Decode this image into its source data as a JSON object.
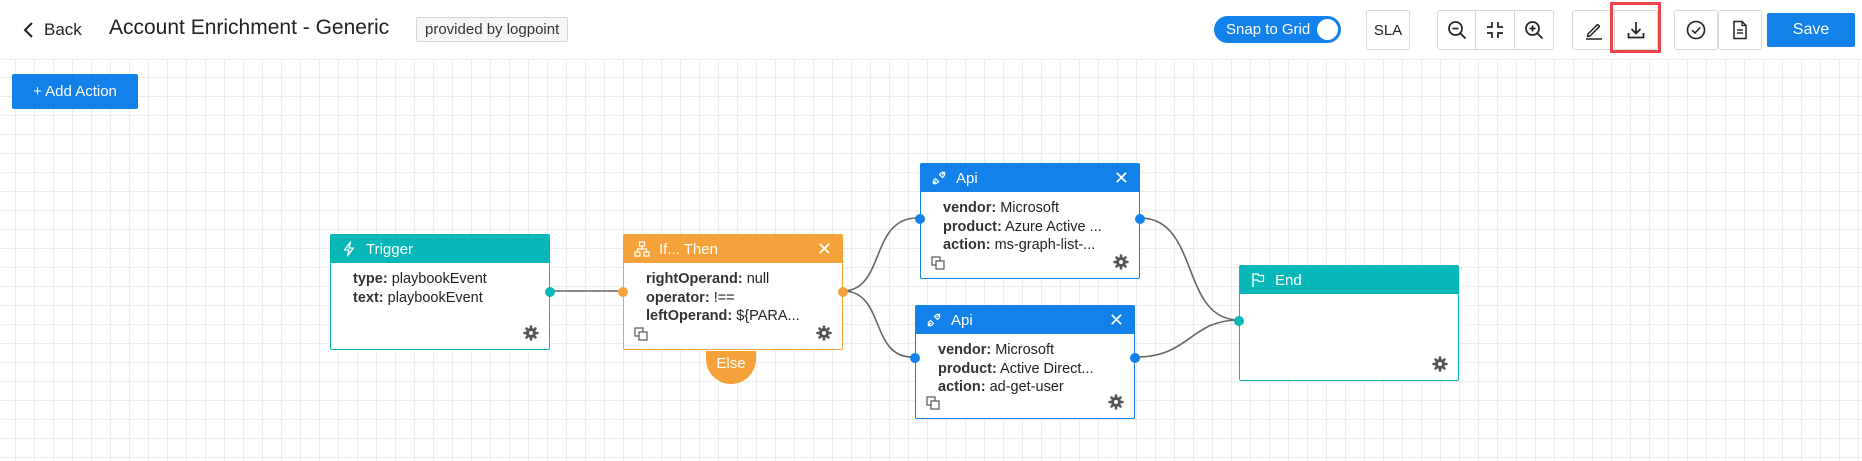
{
  "header": {
    "back_label": "Back",
    "title": "Account Enrichment - Generic",
    "provider_badge": "provided by logpoint",
    "snap_to_grid_label": "Snap to Grid",
    "snap_to_grid_on": true,
    "sla_label": "SLA",
    "save_label": "Save",
    "toolbar_icons": [
      "zoom-out-icon",
      "fit-to-screen-icon",
      "zoom-in-icon",
      "edit-icon",
      "download-icon",
      "validate-icon",
      "document-icon"
    ]
  },
  "canvas": {
    "add_action_label": "+ Add Action",
    "nodes": {
      "trigger": {
        "title": "Trigger",
        "rows": [
          {
            "key": "type:",
            "value": "playbookEvent"
          },
          {
            "key": "text:",
            "value": "playbookEvent"
          }
        ]
      },
      "if_then": {
        "title": "If... Then",
        "else_label": "Else",
        "rows": [
          {
            "key": "rightOperand:",
            "value": "null"
          },
          {
            "key": "operator:",
            "value": "!=="
          },
          {
            "key": "leftOperand:",
            "value": "${PARA..."
          }
        ]
      },
      "api_1": {
        "title": "Api",
        "rows": [
          {
            "key": "vendor:",
            "value": "Microsoft"
          },
          {
            "key": "product:",
            "value": "Azure Active ..."
          },
          {
            "key": "action:",
            "value": "ms-graph-list-..."
          }
        ]
      },
      "api_2": {
        "title": "Api",
        "rows": [
          {
            "key": "vendor:",
            "value": "Microsoft"
          },
          {
            "key": "product:",
            "value": "Active Direct..."
          },
          {
            "key": "action:",
            "value": "ad-get-user"
          }
        ]
      },
      "end": {
        "title": "End"
      }
    }
  },
  "colors": {
    "accent": "#1381ea",
    "teal": "#08b8b8",
    "orange": "#f6a23a",
    "highlight": "#e8454a",
    "connector": "#666666"
  }
}
